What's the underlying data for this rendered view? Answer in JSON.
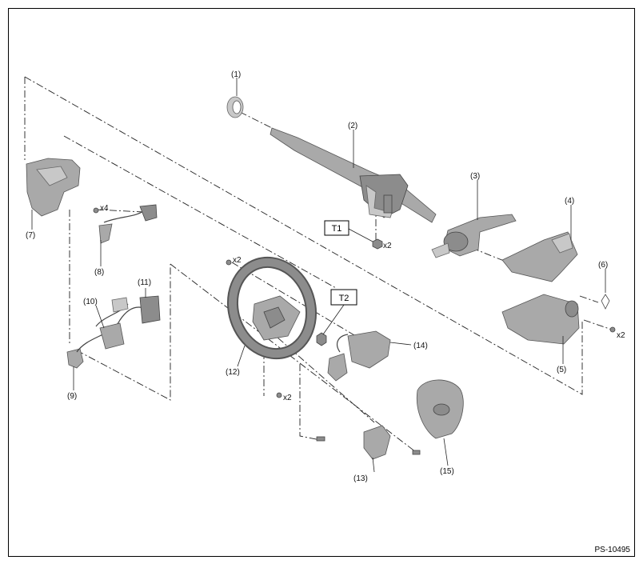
{
  "callouts": {
    "c1": "(1)",
    "c2": "(2)",
    "c3": "(3)",
    "c4": "(4)",
    "c5": "(5)",
    "c6": "(6)",
    "c7": "(7)",
    "c8": "(8)",
    "c9": "(9)",
    "c10": "(10)",
    "c11": "(11)",
    "c12": "(12)",
    "c13": "(13)",
    "c14": "(14)",
    "c15": "(15)"
  },
  "torque": {
    "t1": "T1",
    "t2": "T2"
  },
  "quantities": {
    "q_t1": "x2",
    "q_8": "x4",
    "q_12": "x2",
    "q_12b": "x2",
    "q_5": "x2"
  },
  "figure_code": "PS-10495"
}
